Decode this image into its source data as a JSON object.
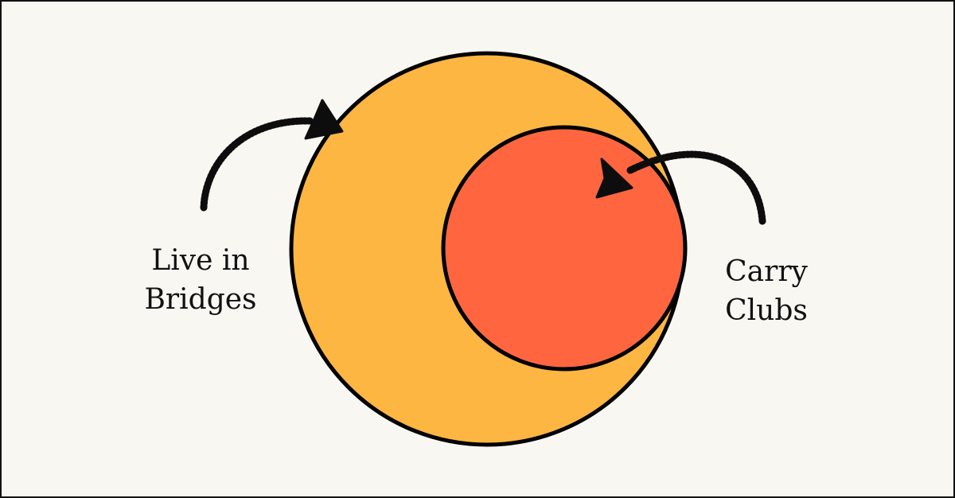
{
  "diagram": {
    "outer_set": {
      "label_line1": "Live in",
      "label_line2": "Bridges",
      "color": "#FDB642"
    },
    "inner_set": {
      "label_line1": "Carry",
      "label_line2": "Clubs",
      "color": "#FF6640"
    },
    "background_color": "#F8F7F2",
    "outline_color": "#000000"
  }
}
